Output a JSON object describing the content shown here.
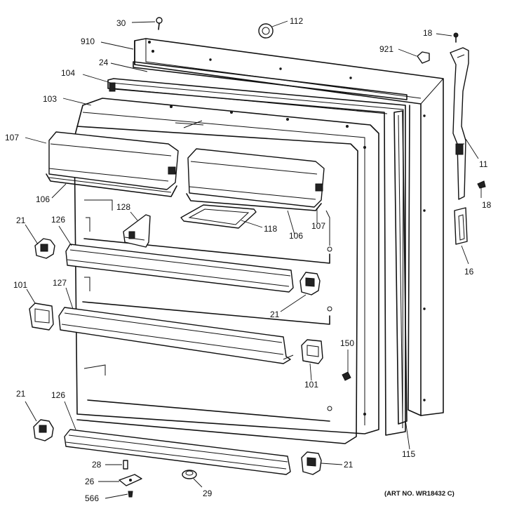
{
  "labels": {
    "l30": "30",
    "l112": "112",
    "l18a": "18",
    "l910": "910",
    "l921": "921",
    "l24": "24",
    "l104": "104",
    "l103": "103",
    "l107a": "107",
    "l11": "11",
    "l18b": "18",
    "l106a": "106",
    "l128": "128",
    "l118": "118",
    "l106b": "106",
    "l107b": "107",
    "l21a": "21",
    "l126a": "126",
    "l16": "16",
    "l101a": "101",
    "l127": "127",
    "l21b": "21",
    "l150": "150",
    "l101b": "101",
    "l21c": "21",
    "l126b": "126",
    "l115": "115",
    "l28": "28",
    "l21d": "21",
    "l26": "26",
    "l29": "29",
    "l566": "566"
  },
  "art_number": "(ART NO. WR18432 C)"
}
